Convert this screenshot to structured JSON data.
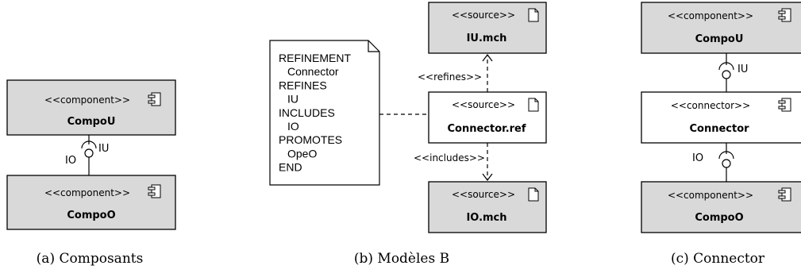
{
  "panel_a": {
    "caption": "(a) Composants",
    "top": {
      "stereotype": "<<component>>",
      "name": "CompoU"
    },
    "bottom": {
      "stereotype": "<<component>>",
      "name": "CompoO"
    },
    "label_io": "IO",
    "label_iu": "IU"
  },
  "panel_b": {
    "caption": "(b) Modèles B",
    "note_lines": [
      "REFINEMENT",
      "  Connector",
      "REFINES",
      "  IU",
      "INCLUDES",
      "  IO",
      "PROMOTES",
      "  OpeO",
      "END"
    ],
    "top": {
      "stereotype": "<<source>>",
      "name": "IU.mch"
    },
    "middle": {
      "stereotype": "<<source>>",
      "name": "Connector.ref"
    },
    "bottom": {
      "stereotype": "<<source>>",
      "name": "IO.mch"
    },
    "refines_label": "<<refines>>",
    "includes_label": "<<includes>>"
  },
  "panel_c": {
    "caption": "(c) Connector",
    "top": {
      "stereotype": "<<component>>",
      "name": "CompoU"
    },
    "middle": {
      "stereotype": "<<connector>>",
      "name": "Connector"
    },
    "bottom": {
      "stereotype": "<<component>>",
      "name": "CompoO"
    },
    "label_iu": "IU",
    "label_io": "IO"
  },
  "colors": {
    "box_fill": "#d9d9d9",
    "white_fill": "#ffffff",
    "stroke": "#000000"
  }
}
